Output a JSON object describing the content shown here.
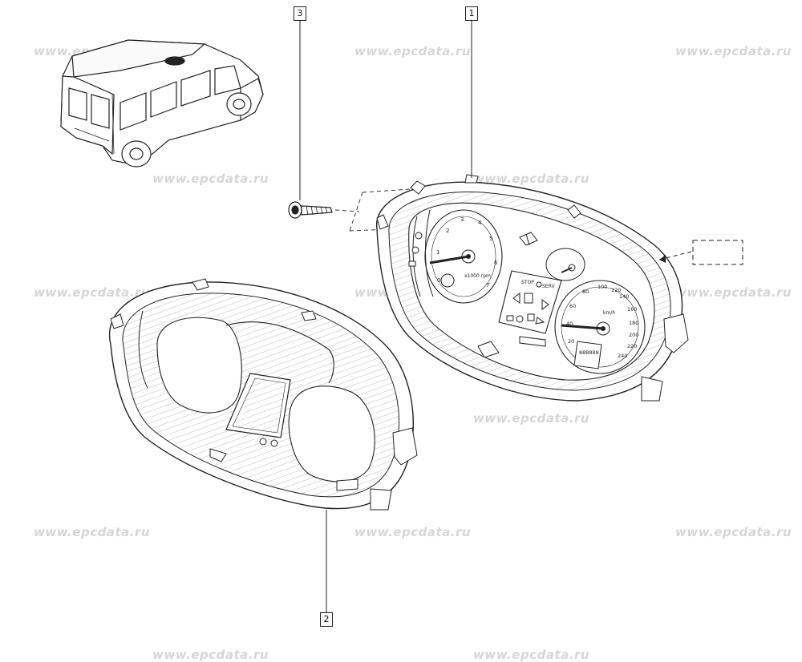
{
  "watermark_text": "www.epcdata.ru",
  "callouts": [
    {
      "id": "1",
      "label": "1"
    },
    {
      "id": "2",
      "label": "2"
    },
    {
      "id": "3",
      "label": "3"
    }
  ],
  "speedometer": {
    "unit": "km/h",
    "scale": [
      "20",
      "40",
      "60",
      "80",
      "100",
      "120",
      "140",
      "160",
      "180",
      "200",
      "220",
      "240"
    ]
  },
  "tachometer": {
    "unit": "x1000 rpm",
    "scale": [
      "0",
      "1",
      "2",
      "3",
      "4",
      "5",
      "6",
      "7"
    ]
  },
  "odometer_text": "888888",
  "panel_buttons": [
    "STOP",
    "SERV"
  ],
  "colors": {
    "line": "#222222",
    "hatch": "#9a9a9a",
    "watermark": "#d6d6d6"
  }
}
